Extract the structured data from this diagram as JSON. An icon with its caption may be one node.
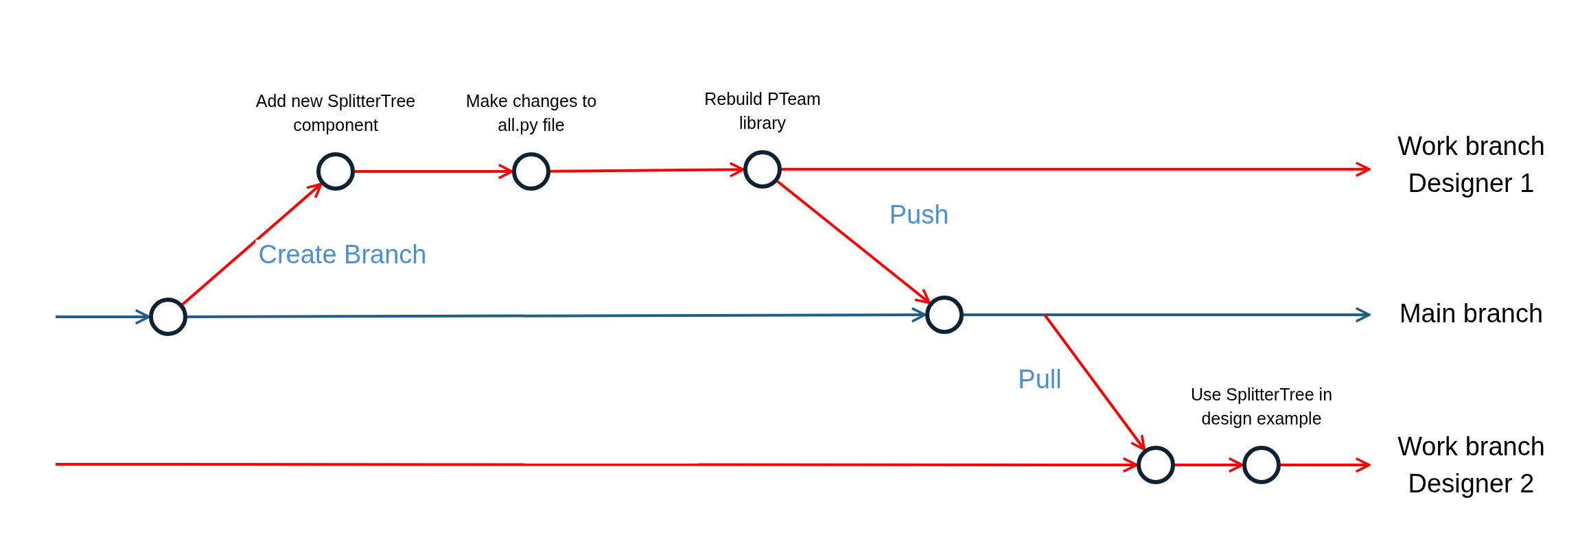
{
  "diagram": {
    "nodes": [
      {
        "text": [],
        "shape": "circle"
      },
      {
        "text": [],
        "shape": "circle",
        "beside": [
          "Add new SplitterTree component"
        ]
      },
      {
        "text": [],
        "shape": "circle",
        "beside": [
          "Make changes to all.py file"
        ]
      },
      {
        "text": [],
        "shape": "circle",
        "beside": [
          "Rebuild PTeam library"
        ]
      },
      {
        "text": [],
        "shape": "circle"
      },
      {
        "text": [],
        "shape": "circle"
      },
      {
        "text": [],
        "shape": "circle",
        "beside": [
          "Use SplitterTree in design example"
        ]
      },
      {
        "text": [
          "Work branch Designer 1"
        ]
      },
      {
        "text": [
          "Main branch"
        ]
      },
      {
        "text": [
          "Work branch Designer 2"
        ]
      }
    ],
    "edges": [
      {
        "from": null,
        "to": 0,
        "arrow": "to",
        "color": "#1f5f8a"
      },
      {
        "from": 0,
        "to": 4,
        "arrow": "to",
        "color": "#1f5f8a"
      },
      {
        "from": 4,
        "to": 8,
        "arrow": "to",
        "color": "#1f5f8a"
      },
      {
        "from": 0,
        "to": 1,
        "arrow": "to",
        "label": "Create Branch"
      },
      {
        "from": 1,
        "to": 2,
        "arrow": "to"
      },
      {
        "from": 2,
        "to": 3,
        "arrow": "to"
      },
      {
        "from": 3,
        "to": 7,
        "arrow": "to"
      },
      {
        "from": 3,
        "to": 4,
        "arrow": "to",
        "label": "Push"
      },
      {
        "from": null,
        "to": 5,
        "arrow": "to",
        "label": "Pull"
      },
      {
        "from": null,
        "to": 5,
        "arrow": "to"
      },
      {
        "from": 5,
        "to": 6,
        "arrow": "to"
      },
      {
        "from": 6,
        "to": 9,
        "arrow": "to"
      }
    ]
  }
}
